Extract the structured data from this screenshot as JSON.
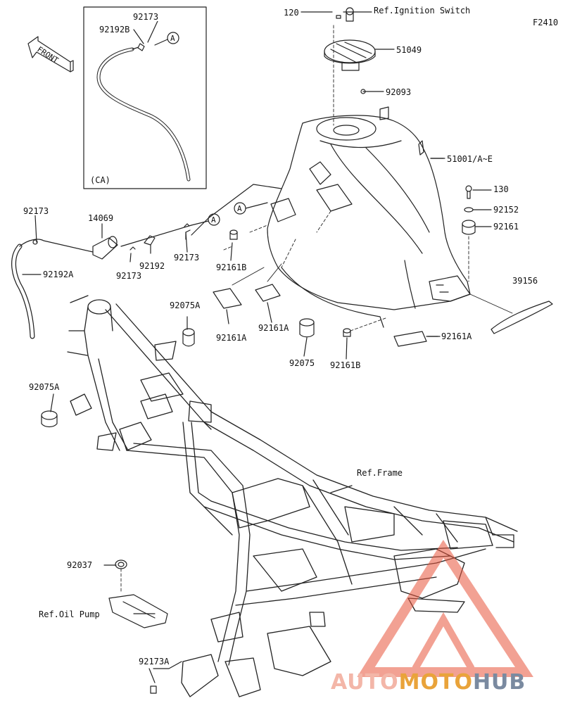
{
  "figure_code": "F2410",
  "front_label": "FRONT",
  "inset_variant": "(CA)",
  "labels": {
    "p120": "120",
    "ref_ignition_switch": "Ref.Ignition Switch",
    "p51049": "51049",
    "p92093": "92093",
    "p51001": "51001/A~E",
    "p130": "130",
    "p92152": "92152",
    "p92161": "92161",
    "p39156": "39156",
    "p92173_inset": "92173",
    "p92192B": "92192B",
    "callout_a_inset": "A",
    "callout_a_tank": "A",
    "callout_a_hose": "A",
    "p92173_left": "92173",
    "p92192A": "92192A",
    "p14069": "14069",
    "p92173_b": "92173",
    "p92192": "92192",
    "p92173_c": "92173",
    "p92161B_left": "92161B",
    "p92161A_1": "92161A",
    "p92161A_2": "92161A",
    "p92075": "92075",
    "p92161B_right": "92161B",
    "p92161A_3": "92161A",
    "p92075A_top": "92075A",
    "p92075A_left": "92075A",
    "ref_frame": "Ref.Frame",
    "p92037": "92037",
    "ref_oil_pump": "Ref.Oil Pump",
    "p92173A": "92173A"
  },
  "watermark": {
    "part1": "AUTO",
    "part2": "MOTO",
    "part3": "HUB"
  },
  "colors": {
    "line": "#222222",
    "watermark_red": "#e8553c",
    "watermark_orange": "#e9a33a",
    "watermark_gray": "#7a8aa0"
  }
}
